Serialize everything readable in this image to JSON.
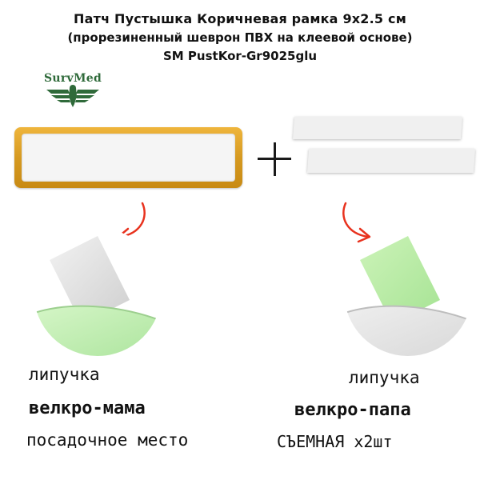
{
  "title": {
    "line1": "Патч Пустышка Коричневая рамка 9x2.5 см",
    "line2": "(прорезиненный шеврон ПВХ на клеевой основе)",
    "line3": "SM PustKor-Gr9025glu"
  },
  "logo": {
    "text": "SurvMed"
  },
  "colors": {
    "frame": "#d69a21",
    "arrow": "#e8321e",
    "hook_green": "#bfeeb0",
    "loop_white": "#e6e6e6",
    "brand_green": "#2f6a3a"
  },
  "labels": {
    "left_line1": "липучка",
    "left_line2": "велкро-мама",
    "left_line3": "посадочное место",
    "right_line1": "липучка",
    "right_line2": "велкро-папа",
    "right_line3": "СЪЕМНАЯ x2шт"
  },
  "icons": [
    "eagle-icon",
    "plus-icon",
    "arrow-left-icon",
    "arrow-right-icon"
  ]
}
